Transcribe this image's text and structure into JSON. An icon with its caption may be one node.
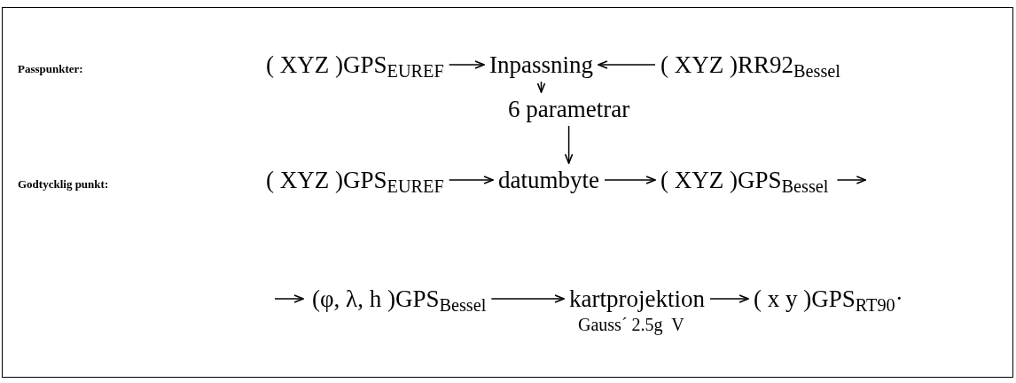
{
  "diagram": {
    "nodes": [
      {
        "text": [
          "( XYZ )GPS$_{EUREF}$"
        ]
      },
      {
        "text": [
          "Inpassning"
        ]
      },
      {
        "text": [
          "( XYZ )RR92$_{Bessel}$"
        ]
      },
      {
        "text": [
          "6 parametrar"
        ]
      },
      {
        "text": [
          "( XYZ )GPS$_{EUREF}$"
        ]
      },
      {
        "text": [
          "datumbyte"
        ]
      },
      {
        "text": [
          "( XYZ )GPS$_{Bessel}$"
        ]
      },
      {
        "text": [
          "(φ, λ, h )GPS$_{Bessel}$"
        ]
      },
      {
        "text": [
          "kartprojektion"
        ],
        "beside": [
          "Gauss´ 2.5g  V"
        ]
      },
      {
        "text": [
          "( x y )GPS$_{RT90}$·"
        ]
      }
    ],
    "edges": [
      {
        "from": 0,
        "to": 1,
        "arrow": "to"
      },
      {
        "from": 2,
        "to": 1,
        "arrow": "to"
      },
      {
        "from": 1,
        "to": 3,
        "arrow": "to"
      },
      {
        "from": 3,
        "to": 5,
        "arrow": "to"
      },
      {
        "from": 4,
        "to": 5,
        "arrow": "to"
      },
      {
        "from": 5,
        "to": 6,
        "arrow": "to"
      },
      {
        "from": 6,
        "to": null,
        "arrow": "to"
      },
      {
        "from": null,
        "to": 7,
        "arrow": "to"
      },
      {
        "from": 7,
        "to": 8,
        "arrow": "to"
      },
      {
        "from": 8,
        "to": 9,
        "arrow": "to"
      }
    ],
    "labels": [
      "Passpunkter:",
      "Godtycklig punkt:"
    ]
  }
}
